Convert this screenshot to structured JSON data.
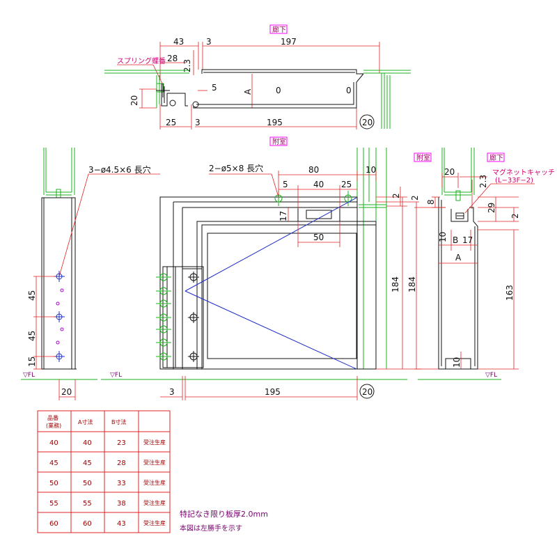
{
  "views": {
    "top": {
      "tag": "廊下",
      "dims": {
        "d43": "43",
        "d3": "3",
        "d197": "197",
        "d28": "28",
        "d2_3": "2.3",
        "d5": "5",
        "dA": "A",
        "d20": "20",
        "d25": "25",
        "d3b": "3",
        "d195": "195",
        "d20c": "20"
      },
      "spring_label": "スプリング蝶番",
      "holes": [
        "0",
        "0"
      ]
    },
    "front": {
      "tag": "附室",
      "note_slot": "2−ø5×8 長穴",
      "dims": {
        "d80": "80",
        "d10": "10",
        "d5": "5",
        "d40": "40",
        "d25": "25",
        "d17": "17",
        "d50": "50",
        "d2": "2",
        "d184a": "184",
        "d184b": "184",
        "d3": "3",
        "d195": "195",
        "d20c": "20"
      },
      "fl": "▽FL"
    },
    "left": {
      "note_holes": "3−ø4.5×6 長穴",
      "dims": {
        "d45a": "45",
        "d45b": "45",
        "d15": "15",
        "d20": "20"
      },
      "fl": "▽FL"
    },
    "side": {
      "tag_room": "附室",
      "tag_corridor": "廊下",
      "catch_label": "マグネットキャッチ",
      "catch_model": "(L−33F−2)",
      "dims": {
        "d20": "20",
        "d2_3": "2.3",
        "d8": "8",
        "d29": "29",
        "d2a": "2",
        "d2b": "2",
        "d10": "10",
        "dB": "B",
        "d17": "17",
        "dA": "A",
        "d163": "163",
        "d10b": "10"
      },
      "fl": "▽FL"
    }
  },
  "table": {
    "headers": [
      "品番\n(業務)",
      "A寸法",
      "B寸法",
      ""
    ],
    "rows": [
      [
        "40",
        "40",
        "23",
        "受注生産"
      ],
      [
        "45",
        "45",
        "28",
        "受注生産"
      ],
      [
        "50",
        "50",
        "33",
        "受注生産"
      ],
      [
        "55",
        "55",
        "38",
        "受注生産"
      ],
      [
        "60",
        "60",
        "43",
        "受注生産"
      ]
    ]
  },
  "notes": {
    "thickness": "特記なき限り板厚2.0mm",
    "hand": "本図は左勝手を示す"
  },
  "colors": {
    "outline": "#111111",
    "wall": "#19b219",
    "dimension": "#e02020",
    "diagonal": "#1a2cc8",
    "tag": "#ff00ff"
  }
}
